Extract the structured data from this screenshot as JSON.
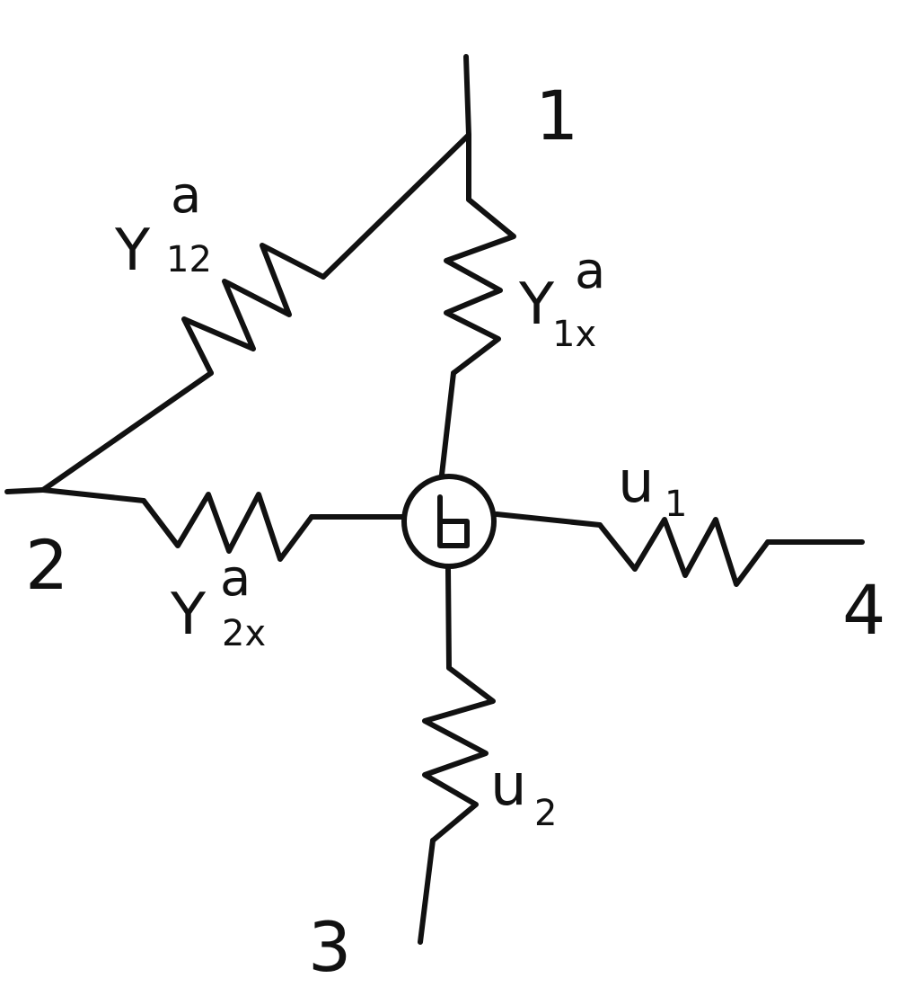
{
  "terminals": {
    "t1": "1",
    "t2": "2",
    "t3": "3",
    "t4": "4"
  },
  "central_node": {
    "label": "b"
  },
  "elements": {
    "y12": {
      "symbol": "Y",
      "superscript": "a",
      "subscript": "12"
    },
    "y1x": {
      "symbol": "Y",
      "superscript": "a",
      "subscript": "1x"
    },
    "y2x": {
      "symbol": "Y",
      "superscript": "a",
      "subscript": "2x"
    },
    "u1": {
      "symbol": "u",
      "subscript": "1"
    },
    "u2": {
      "symbol": "u",
      "subscript": "2"
    }
  },
  "colors": {
    "ink": "#111111",
    "background": "#ffffff"
  }
}
